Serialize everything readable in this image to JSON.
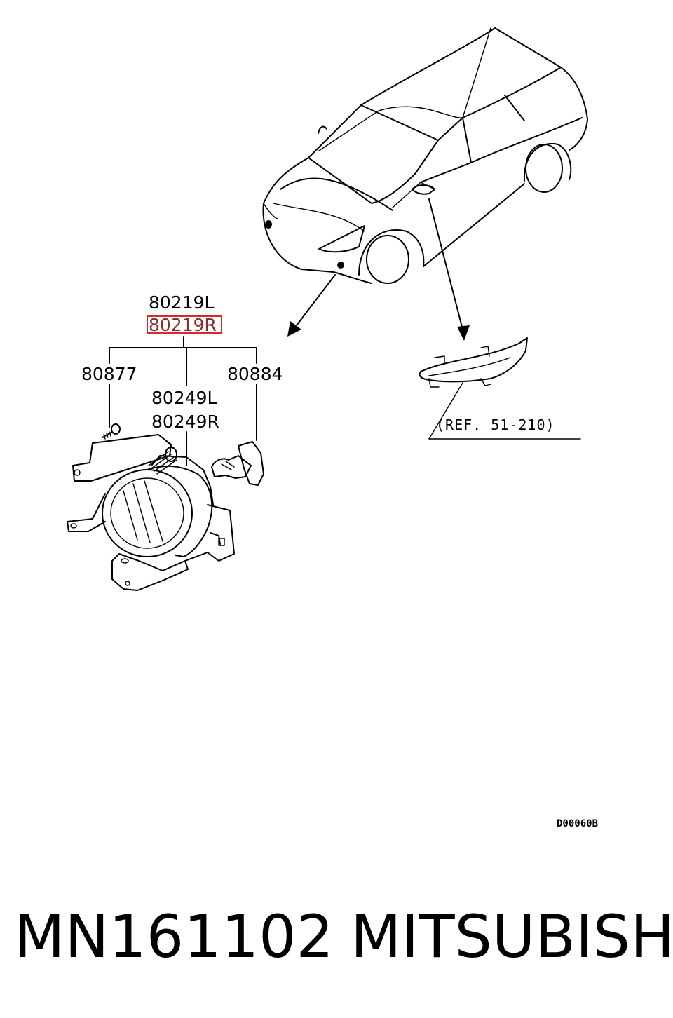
{
  "callouts": {
    "assembly_left": "80219L",
    "assembly_right": "80219R",
    "screw": "80877",
    "bulb": "80884",
    "lamp_left": "80249L",
    "lamp_right": "80249R"
  },
  "reference": "(REF. 51-210)",
  "diagram_code": "D00060B",
  "footer": {
    "part_number": "MN161102",
    "brand": "MITSUBISHI"
  }
}
